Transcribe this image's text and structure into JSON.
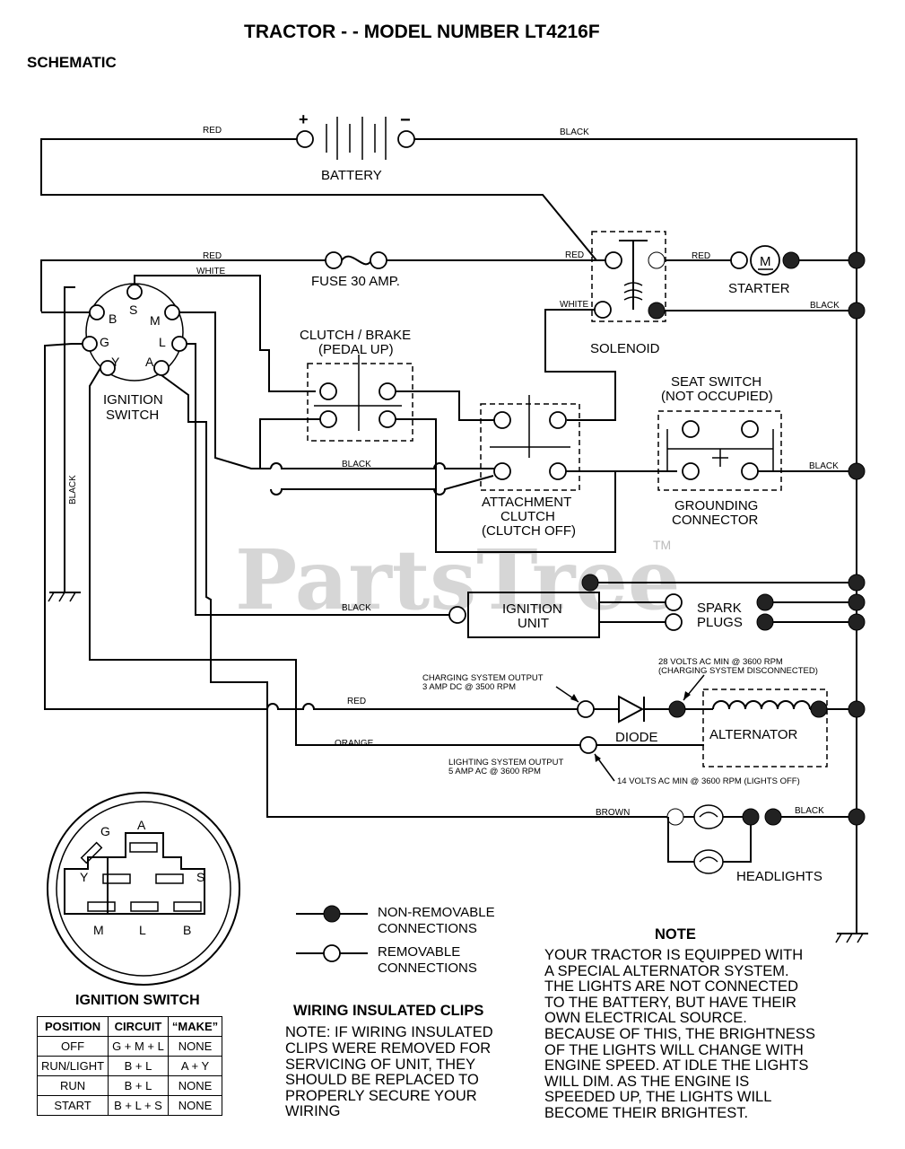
{
  "title": "TRACTOR - - MODEL NUMBER LT4216F",
  "section": "SCHEMATIC",
  "watermark": "PartsTree",
  "watermark_tm": "TM",
  "components": {
    "battery": "BATTERY",
    "battery_plus": "+",
    "battery_minus": "−",
    "fuse": "FUSE 30 AMP.",
    "starter": "STARTER",
    "starter_m": "M",
    "solenoid": "SOLENOID",
    "ignition_switch_1": "IGNITION",
    "ignition_switch_2": "SWITCH",
    "clutch_brake_1": "CLUTCH / BRAKE",
    "clutch_brake_2": "(PEDAL UP)",
    "seat_switch_1": "SEAT SWITCH",
    "seat_switch_2": "(NOT OCCUPIED)",
    "grounding_1": "GROUNDING",
    "grounding_2": "CONNECTOR",
    "attachment_1": "ATTACHMENT",
    "attachment_2": "CLUTCH",
    "attachment_3": "(CLUTCH OFF)",
    "ignition_unit_1": "IGNITION",
    "ignition_unit_2": "UNIT",
    "spark_1": "SPARK",
    "spark_2": "PLUGS",
    "diode": "DIODE",
    "alternator": "ALTERNATOR",
    "headlights": "HEADLIGHTS"
  },
  "pins": {
    "B": "B",
    "S": "S",
    "M": "M",
    "G": "G",
    "L": "L",
    "Y": "Y",
    "A": "A"
  },
  "wires": {
    "red": "RED",
    "black": "BLACK",
    "white": "WHITE",
    "orange": "ORANGE",
    "brown": "BROWN"
  },
  "notes": {
    "charging_1": "CHARGING SYSTEM OUTPUT",
    "charging_2": "3 AMP DC @ 3500 RPM",
    "volts28_1": "28 VOLTS AC MIN @ 3600 RPM",
    "volts28_2": "(CHARGING SYSTEM DISCONNECTED)",
    "lighting_1": "LIGHTING SYSTEM OUTPUT",
    "lighting_2": "5 AMP AC @ 3600 RPM",
    "volts14": "14 VOLTS AC MIN @ 3600 RPM (LIGHTS OFF)"
  },
  "legend": {
    "nonremovable_1": "NON-REMOVABLE",
    "nonremovable_2": "CONNECTIONS",
    "removable_1": "REMOVABLE",
    "removable_2": "CONNECTIONS"
  },
  "ignition_switch_table": {
    "title": "IGNITION SWITCH",
    "headers": [
      "POSITION",
      "CIRCUIT",
      "“MAKE”"
    ],
    "rows": [
      [
        "OFF",
        "G + M + L",
        "NONE"
      ],
      [
        "RUN/LIGHT",
        "B + L",
        "A + Y"
      ],
      [
        "RUN",
        "B + L",
        "NONE"
      ],
      [
        "START",
        "B + L + S",
        "NONE"
      ]
    ]
  },
  "wiring_clips": {
    "title": "WIRING INSULATED CLIPS",
    "lines": [
      "NOTE: IF WIRING INSULATED",
      "CLIPS WERE REMOVED FOR",
      "SERVICING OF UNIT, THEY",
      "SHOULD BE REPLACED TO",
      "PROPERLY SECURE YOUR",
      "WIRING"
    ]
  },
  "note": {
    "title": "NOTE",
    "lines": [
      "YOUR TRACTOR IS EQUIPPED WITH",
      "A SPECIAL ALTERNATOR SYSTEM.",
      "THE LIGHTS ARE NOT CONNECTED",
      "TO  THE BATTERY, BUT HAVE THEIR",
      "OWN ELECTRICAL SOURCE.",
      "BECAUSE OF THIS, THE BRIGHTNESS",
      "OF THE LIGHTS WILL CHANGE WITH",
      "ENGINE SPEED.  AT IDLE THE LIGHTS",
      "WILL DIM.  AS THE ENGINE IS",
      "SPEEDED UP, THE LIGHTS WILL",
      "BECOME THEIR BRIGHTEST."
    ]
  }
}
